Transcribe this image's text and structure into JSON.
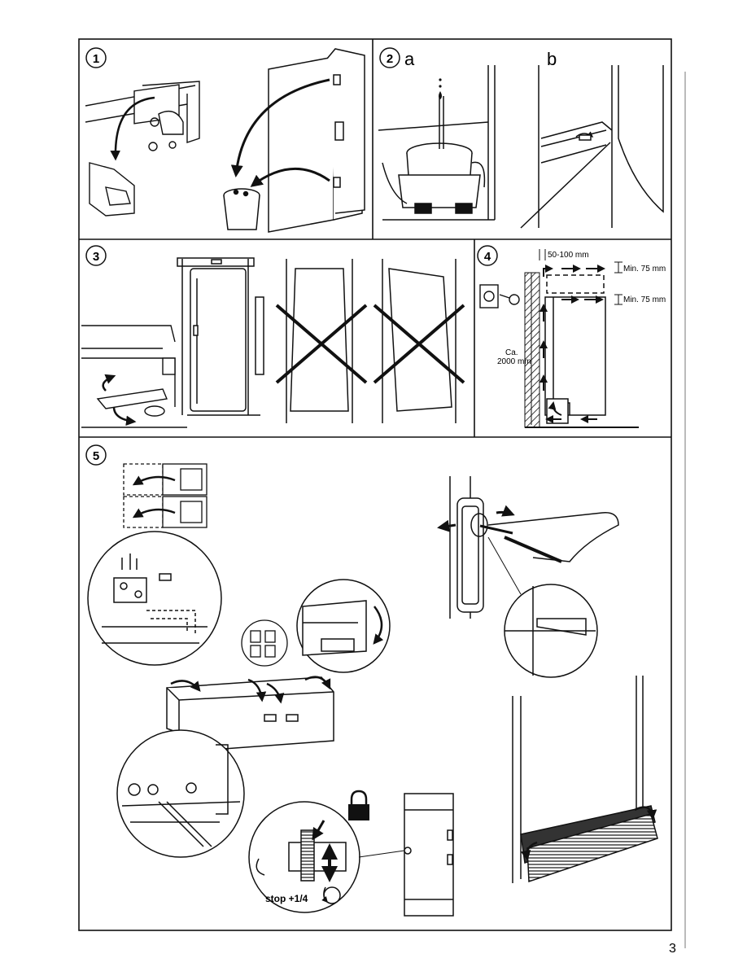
{
  "panels": [
    {
      "number": "1"
    },
    {
      "number": "2",
      "sub_a": "a",
      "sub_b": "b"
    },
    {
      "number": "3"
    },
    {
      "number": "4",
      "wall_gap": "50-100 mm",
      "top_clearance": "Min. 75 mm",
      "mid_clearance": "Min. 75 mm",
      "height_label_1": "Ca.",
      "height_label_2": "2000 mm"
    },
    {
      "number": "5",
      "adjust_label": "stop +1/4"
    }
  ],
  "page_number": "3",
  "colors": {
    "ink": "#111111",
    "paper": "#ffffff",
    "shade": "#333333"
  }
}
